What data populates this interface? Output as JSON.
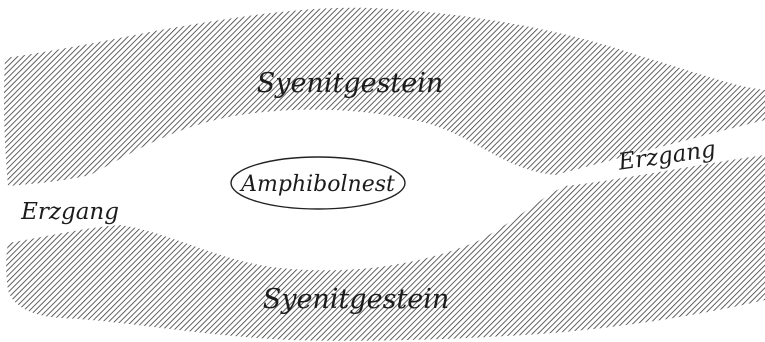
{
  "labels": {
    "rock_top": "Syenitgestein",
    "rock_bottom": "Syenitgestein",
    "vein_left": "Erzgang",
    "vein_right": "Erzgang",
    "nest": "Amphibolnest"
  },
  "colors": {
    "background": "#ffffff",
    "hatch": "#3a3a3a",
    "outline": "#222222",
    "text": "#1c1c1c"
  }
}
